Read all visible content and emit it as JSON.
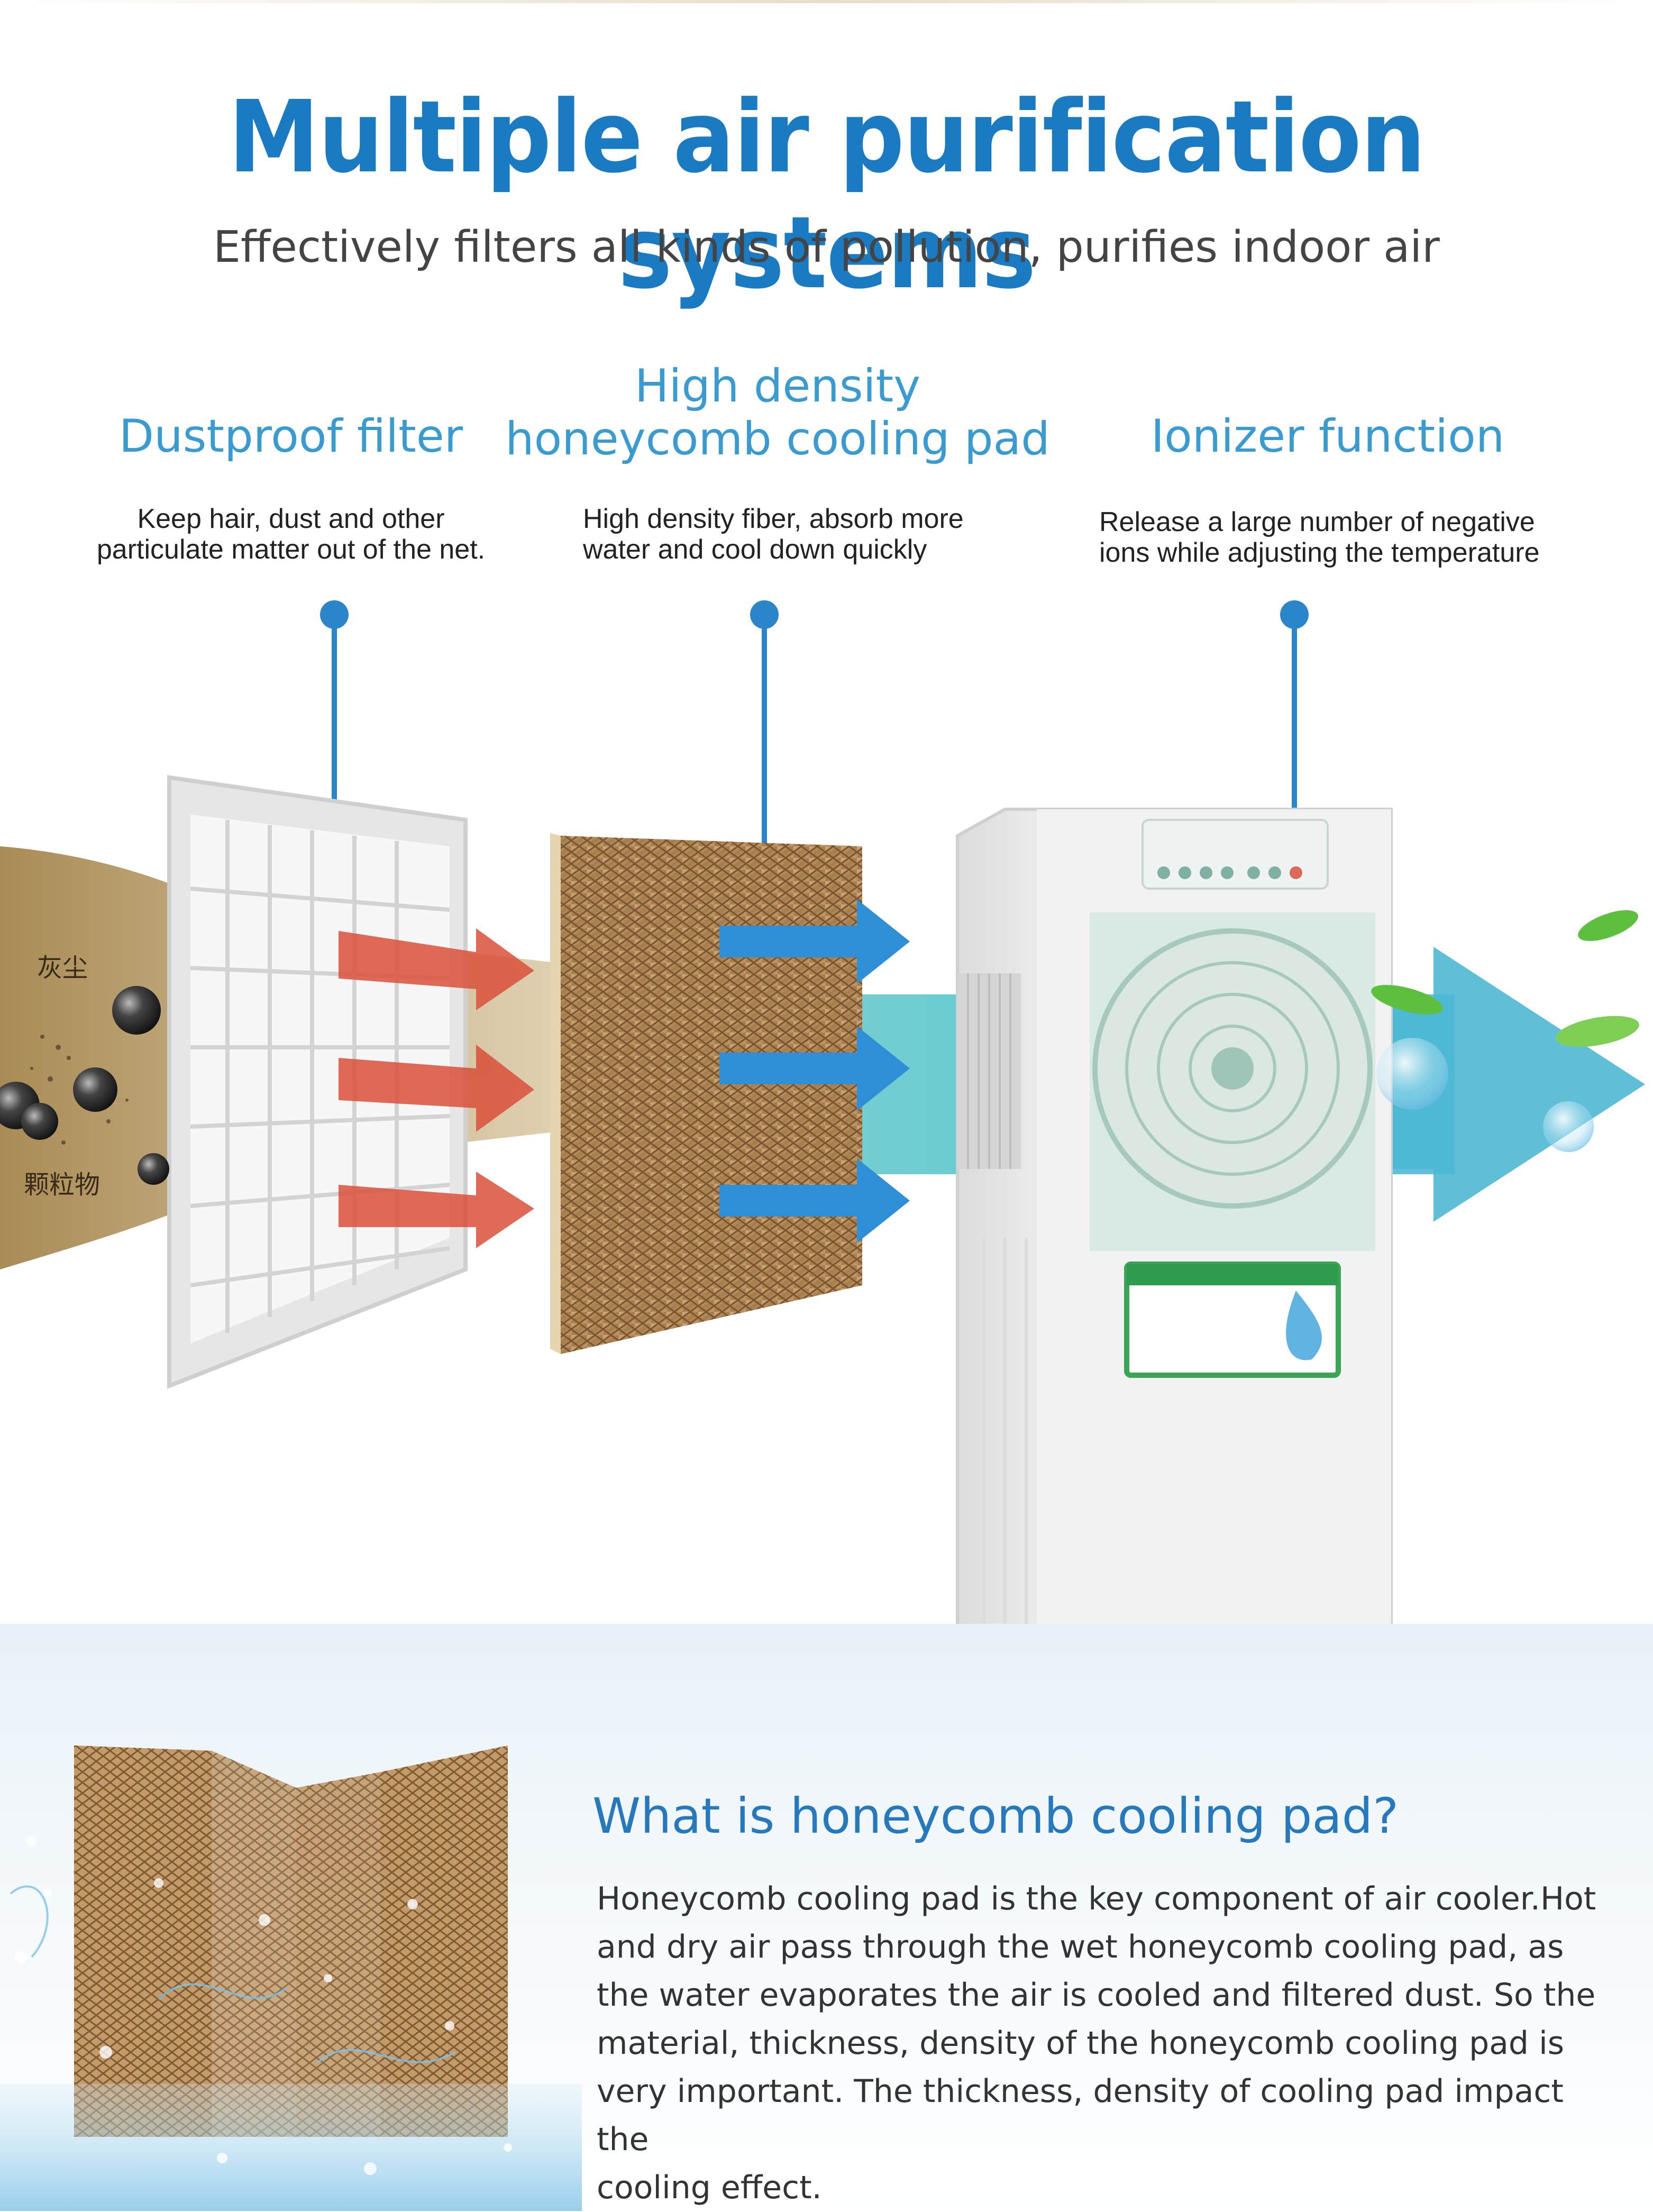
{
  "header": {
    "title": "Multiple air purification systems",
    "subtitle": "Effectively filters all kinds of pollution, purifies indoor air"
  },
  "features": [
    {
      "title": "Dustproof filter",
      "desc_line1": "Keep hair, dust and other",
      "desc_line2": "particulate matter out of the net."
    },
    {
      "title_line1": "High density",
      "title_line2": "honeycomb cooling pad",
      "desc_line1": "High density fiber, absorb more",
      "desc_line2": "water and cool down quickly"
    },
    {
      "title": "Ionizer function",
      "desc_line1": "Release a large number of negative",
      "desc_line2": "ions while adjusting the temperature"
    }
  ],
  "illustration": {
    "dust_label": "灰尘",
    "particle_label": "颗粒物"
  },
  "info": {
    "question": "What is honeycomb cooling pad?",
    "body_lines": [
      "Honeycomb cooling pad is the key component of air cooler.Hot",
      "and dry air pass through the wet honeycomb cooling pad, as",
      "the water evaporates the air is cooled and filtered dust. So the",
      "material, thickness, density of the honeycomb cooling pad is",
      "very important. The thickness, density of cooling pad impact the",
      "cooling effect."
    ]
  },
  "colors": {
    "title_blue": "#1a7bc3",
    "feature_blue": "#3a9bd0",
    "pin_blue": "#2a86c8",
    "pad_brown": "#b58a5a",
    "airflow_teal": "#3fb6c9"
  }
}
